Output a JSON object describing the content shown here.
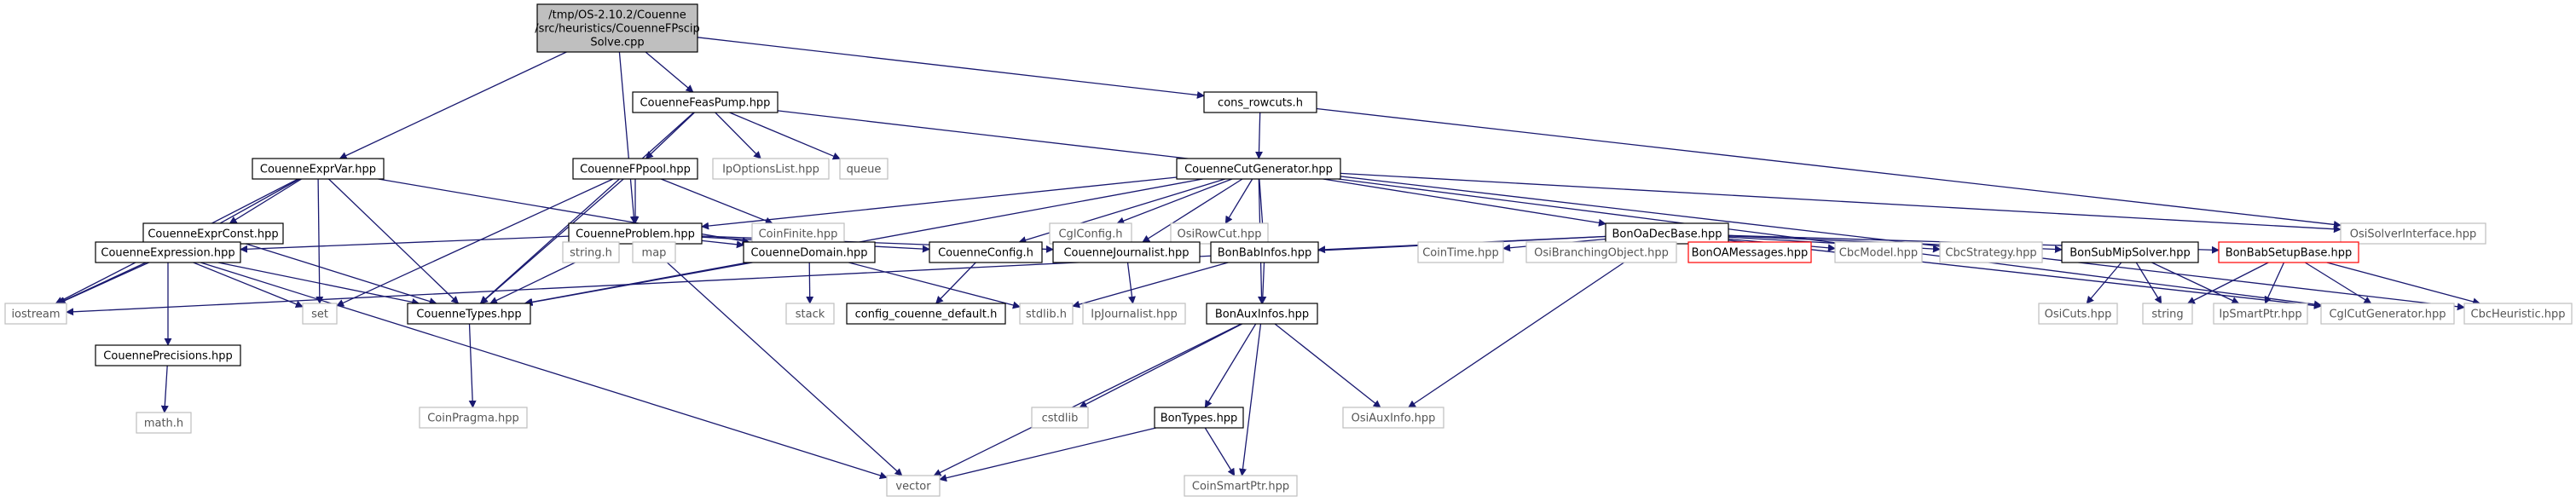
{
  "colors": {
    "edge": "#191970",
    "root_fill": "#bfbfbf",
    "node_stroke_black": "#000000",
    "node_stroke_gray": "#bfbfbf",
    "node_stroke_red": "#ff0000",
    "text_dark": "#000000",
    "text_gray": "#555555"
  },
  "nodes": [
    {
      "id": "root",
      "lines": [
        "/tmp/OS-2.10.2/Couenne",
        "/src/heuristics/CouenneFPscip",
        "Solve.cpp"
      ],
      "style": "root"
    },
    {
      "id": "feaspump",
      "lines": [
        "CouenneFeasPump.hpp"
      ],
      "style": "black"
    },
    {
      "id": "consrow",
      "lines": [
        "cons_rowcuts.h"
      ],
      "style": "black"
    },
    {
      "id": "exprvar",
      "lines": [
        "CouenneExprVar.hpp"
      ],
      "style": "black"
    },
    {
      "id": "fppool",
      "lines": [
        "CouenneFPpool.hpp"
      ],
      "style": "black"
    },
    {
      "id": "ipopts",
      "lines": [
        "IpOptionsList.hpp"
      ],
      "style": "gray"
    },
    {
      "id": "queue",
      "lines": [
        "queue"
      ],
      "style": "gray"
    },
    {
      "id": "cutgen",
      "lines": [
        "CouenneCutGenerator.hpp"
      ],
      "style": "black"
    },
    {
      "id": "exprconst",
      "lines": [
        "CouenneExprConst.hpp"
      ],
      "style": "black"
    },
    {
      "id": "problem",
      "lines": [
        "CouenneProblem.hpp"
      ],
      "style": "black"
    },
    {
      "id": "coinfinite",
      "lines": [
        "CoinFinite.hpp"
      ],
      "style": "gray"
    },
    {
      "id": "cglconfig",
      "lines": [
        "CglConfig.h"
      ],
      "style": "gray"
    },
    {
      "id": "osirowcut",
      "lines": [
        "OsiRowCut.hpp"
      ],
      "style": "gray"
    },
    {
      "id": "bonoadec",
      "lines": [
        "BonOaDecBase.hpp"
      ],
      "style": "black"
    },
    {
      "id": "osisolver",
      "lines": [
        "OsiSolverInterface.hpp"
      ],
      "style": "gray"
    },
    {
      "id": "expression",
      "lines": [
        "CouenneExpression.hpp"
      ],
      "style": "black"
    },
    {
      "id": "stringh",
      "lines": [
        "string.h"
      ],
      "style": "gray"
    },
    {
      "id": "map",
      "lines": [
        "map"
      ],
      "style": "gray"
    },
    {
      "id": "domain",
      "lines": [
        "CouenneDomain.hpp"
      ],
      "style": "black"
    },
    {
      "id": "config",
      "lines": [
        "CouenneConfig.h"
      ],
      "style": "black"
    },
    {
      "id": "journalist",
      "lines": [
        "CouenneJournalist.hpp"
      ],
      "style": "black"
    },
    {
      "id": "bonbabinfos",
      "lines": [
        "BonBabInfos.hpp"
      ],
      "style": "black"
    },
    {
      "id": "cointime",
      "lines": [
        "CoinTime.hpp"
      ],
      "style": "gray"
    },
    {
      "id": "osibranch",
      "lines": [
        "OsiBranchingObject.hpp"
      ],
      "style": "gray"
    },
    {
      "id": "bonoamsg",
      "lines": [
        "BonOAMessages.hpp"
      ],
      "style": "red"
    },
    {
      "id": "cbcmodel",
      "lines": [
        "CbcModel.hpp"
      ],
      "style": "gray"
    },
    {
      "id": "cbcstrategy",
      "lines": [
        "CbcStrategy.hpp"
      ],
      "style": "gray"
    },
    {
      "id": "bonsubmip",
      "lines": [
        "BonSubMipSolver.hpp"
      ],
      "style": "black"
    },
    {
      "id": "bonbabsetup",
      "lines": [
        "BonBabSetupBase.hpp"
      ],
      "style": "red"
    },
    {
      "id": "iostream",
      "lines": [
        "iostream"
      ],
      "style": "gray"
    },
    {
      "id": "set",
      "lines": [
        "set"
      ],
      "style": "gray"
    },
    {
      "id": "types",
      "lines": [
        "CouenneTypes.hpp"
      ],
      "style": "black"
    },
    {
      "id": "stack",
      "lines": [
        "stack"
      ],
      "style": "gray"
    },
    {
      "id": "configdef",
      "lines": [
        "config_couenne_default.h"
      ],
      "style": "black"
    },
    {
      "id": "stdlib",
      "lines": [
        "stdlib.h"
      ],
      "style": "gray"
    },
    {
      "id": "ipjournalist",
      "lines": [
        "IpJournalist.hpp"
      ],
      "style": "gray"
    },
    {
      "id": "bonauxinfos",
      "lines": [
        "BonAuxInfos.hpp"
      ],
      "style": "black"
    },
    {
      "id": "osicuts",
      "lines": [
        "OsiCuts.hpp"
      ],
      "style": "gray"
    },
    {
      "id": "string",
      "lines": [
        "string"
      ],
      "style": "gray"
    },
    {
      "id": "ipsmartptr",
      "lines": [
        "IpSmartPtr.hpp"
      ],
      "style": "gray"
    },
    {
      "id": "cglcutgen",
      "lines": [
        "CglCutGenerator.hpp"
      ],
      "style": "gray"
    },
    {
      "id": "cbcheur",
      "lines": [
        "CbcHeuristic.hpp"
      ],
      "style": "gray"
    },
    {
      "id": "precisions",
      "lines": [
        "CouennePrecisions.hpp"
      ],
      "style": "black"
    },
    {
      "id": "coinpragma",
      "lines": [
        "CoinPragma.hpp"
      ],
      "style": "gray"
    },
    {
      "id": "cstdlib",
      "lines": [
        "cstdlib"
      ],
      "style": "gray"
    },
    {
      "id": "bontypes",
      "lines": [
        "BonTypes.hpp"
      ],
      "style": "black"
    },
    {
      "id": "osiauxinfo",
      "lines": [
        "OsiAuxInfo.hpp"
      ],
      "style": "gray"
    },
    {
      "id": "mathh",
      "lines": [
        "math.h"
      ],
      "style": "gray"
    },
    {
      "id": "vector",
      "lines": [
        "vector"
      ],
      "style": "gray"
    },
    {
      "id": "coinsmartptr",
      "lines": [
        "CoinSmartPtr.hpp"
      ],
      "style": "gray"
    }
  ]
}
